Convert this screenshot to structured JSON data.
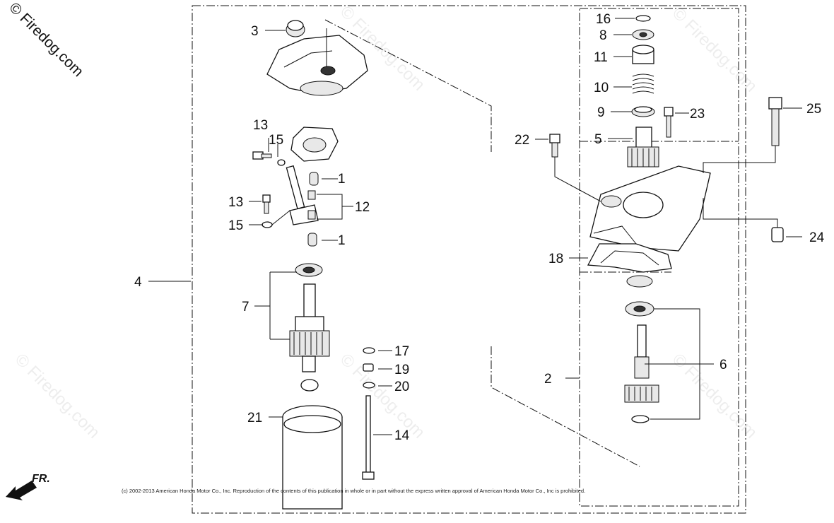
{
  "watermark": {
    "text": "© Firedog.com"
  },
  "copyright": "(c) 2002-2013 American Honda Motor Co., Inc. Reproduction of the contents of this publication in whole or in part without the express written approval of American Honda Motor Co., Inc is prohibited.",
  "direction_label": "FR.",
  "callouts": {
    "c1a": "1",
    "c1b": "1",
    "c2": "2",
    "c3": "3",
    "c4": "4",
    "c5": "5",
    "c6": "6",
    "c7": "7",
    "c8": "8",
    "c9": "9",
    "c10": "10",
    "c11": "11",
    "c12": "12",
    "c13a": "13",
    "c13b": "13",
    "c14": "14",
    "c15a": "15",
    "c15b": "15",
    "c16": "16",
    "c17": "17",
    "c18": "18",
    "c19": "19",
    "c20": "20",
    "c21": "21",
    "c22": "22",
    "c23": "23",
    "c24": "24",
    "c25": "25"
  }
}
